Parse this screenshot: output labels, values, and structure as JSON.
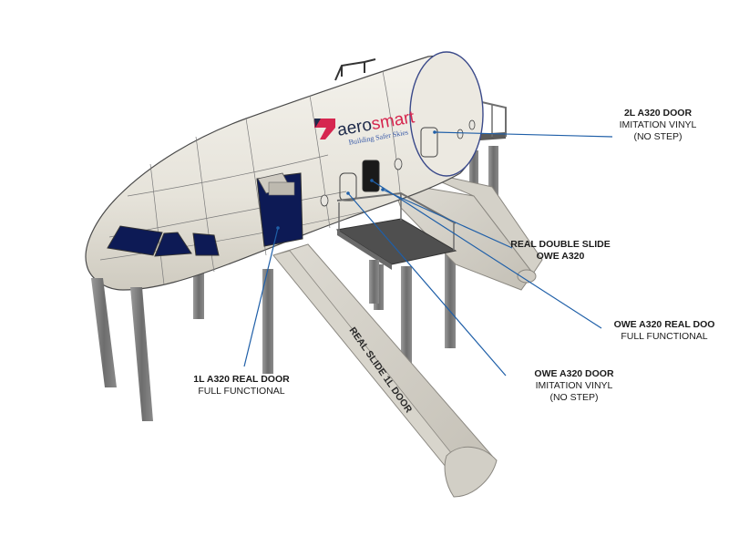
{
  "logo": {
    "wordmark_a": "aero",
    "wordmark_b": "smart",
    "tagline": "Building Safer Skies",
    "colors": {
      "aero": "#1e2a4a",
      "smart": "#d6264f",
      "tagline": "#3a5ba8"
    }
  },
  "slide_text": "REAL SLIDE 1L DOOR",
  "callouts": [
    {
      "id": "2l-door",
      "lines": [
        "2L A320 DOOR",
        "IMITATION VINYL",
        "(NO STEP)"
      ]
    },
    {
      "id": "double-slide",
      "lines": [
        "REAL DOUBLE SLIDE",
        "OWE A320"
      ]
    },
    {
      "id": "owe-real-door",
      "lines": [
        "OWE A320 REAL DOO",
        "FULL FUNCTIONAL"
      ]
    },
    {
      "id": "owe-vinyl-door",
      "lines": [
        "OWE A320 DOOR",
        "IMITATION VINYL",
        "(NO STEP)"
      ]
    },
    {
      "id": "1l-door",
      "lines": [
        "1L A320 REAL DOOR",
        "FULL FUNCTIONAL"
      ]
    }
  ],
  "colors": {
    "leader": "#1f5fa8",
    "frame": "#6f6f6f",
    "window": "#0d1a55"
  }
}
